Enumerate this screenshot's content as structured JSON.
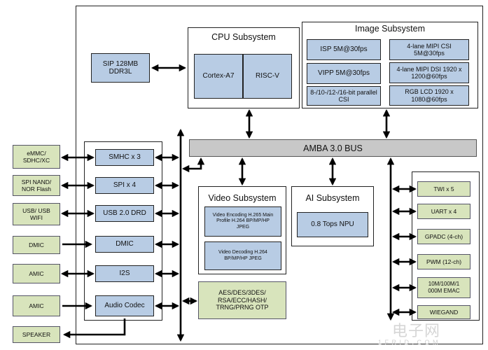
{
  "chip": {
    "cpu": {
      "title": "CPU Subsystem",
      "cores": [
        "Cortex-A7",
        "RISC-V"
      ]
    },
    "image": {
      "title": "Image Subsystem",
      "blocks": [
        "ISP 5M@30fps",
        "VIPP 5M@30fps",
        "8-/10-/12-/16-bit parallel CSI",
        "4-lane MIPI CSI 5M@30fps",
        "4-lane MIPI DSI 1920 x 1200@60fps",
        "RGB LCD 1920 x 1080@60fps"
      ]
    },
    "sip": "SIP 128MB DDR3L",
    "bus": "AMBA 3.0 BUS",
    "video": {
      "title": "Video Subsystem",
      "encoding": "Video Encoding H.265 Main Profile H.264 BP/MP/HP JPEG",
      "decoding": "Video Decoding H.264 BP/MP/HP JPEG"
    },
    "ai": {
      "title": "AI Subsystem",
      "npu": "0.8 Tops NPU"
    },
    "security": "AES/DES/3DES/ RSA/ECC/HASH/ TRNG/PRNG OTP",
    "left_interfaces": [
      "SMHC x 3",
      "SPI x 4",
      "USB 2.0 DRD",
      "DMIC",
      "I2S",
      "Audio Codec"
    ],
    "right_interfaces": [
      "TWI x 5",
      "UART x 4",
      "GPADC (4-ch)",
      "PWM (12-ch)",
      "10M/100M/1 000M EMAC",
      "WIEGAND"
    ]
  },
  "external": [
    "eMMC/ SDHC/XC",
    "SPI NAND/ NOR Flash",
    "USB/ USB WIFI",
    "DMIC",
    "AMIC",
    "AMIC",
    "SPEAKER"
  ],
  "watermark": [
    "电子网",
    "1 F R I D . C O M"
  ],
  "colors": {
    "block_blue": "#b8cce4",
    "block_green": "#d8e4bc",
    "bus_gray": "#c8c8c8"
  }
}
